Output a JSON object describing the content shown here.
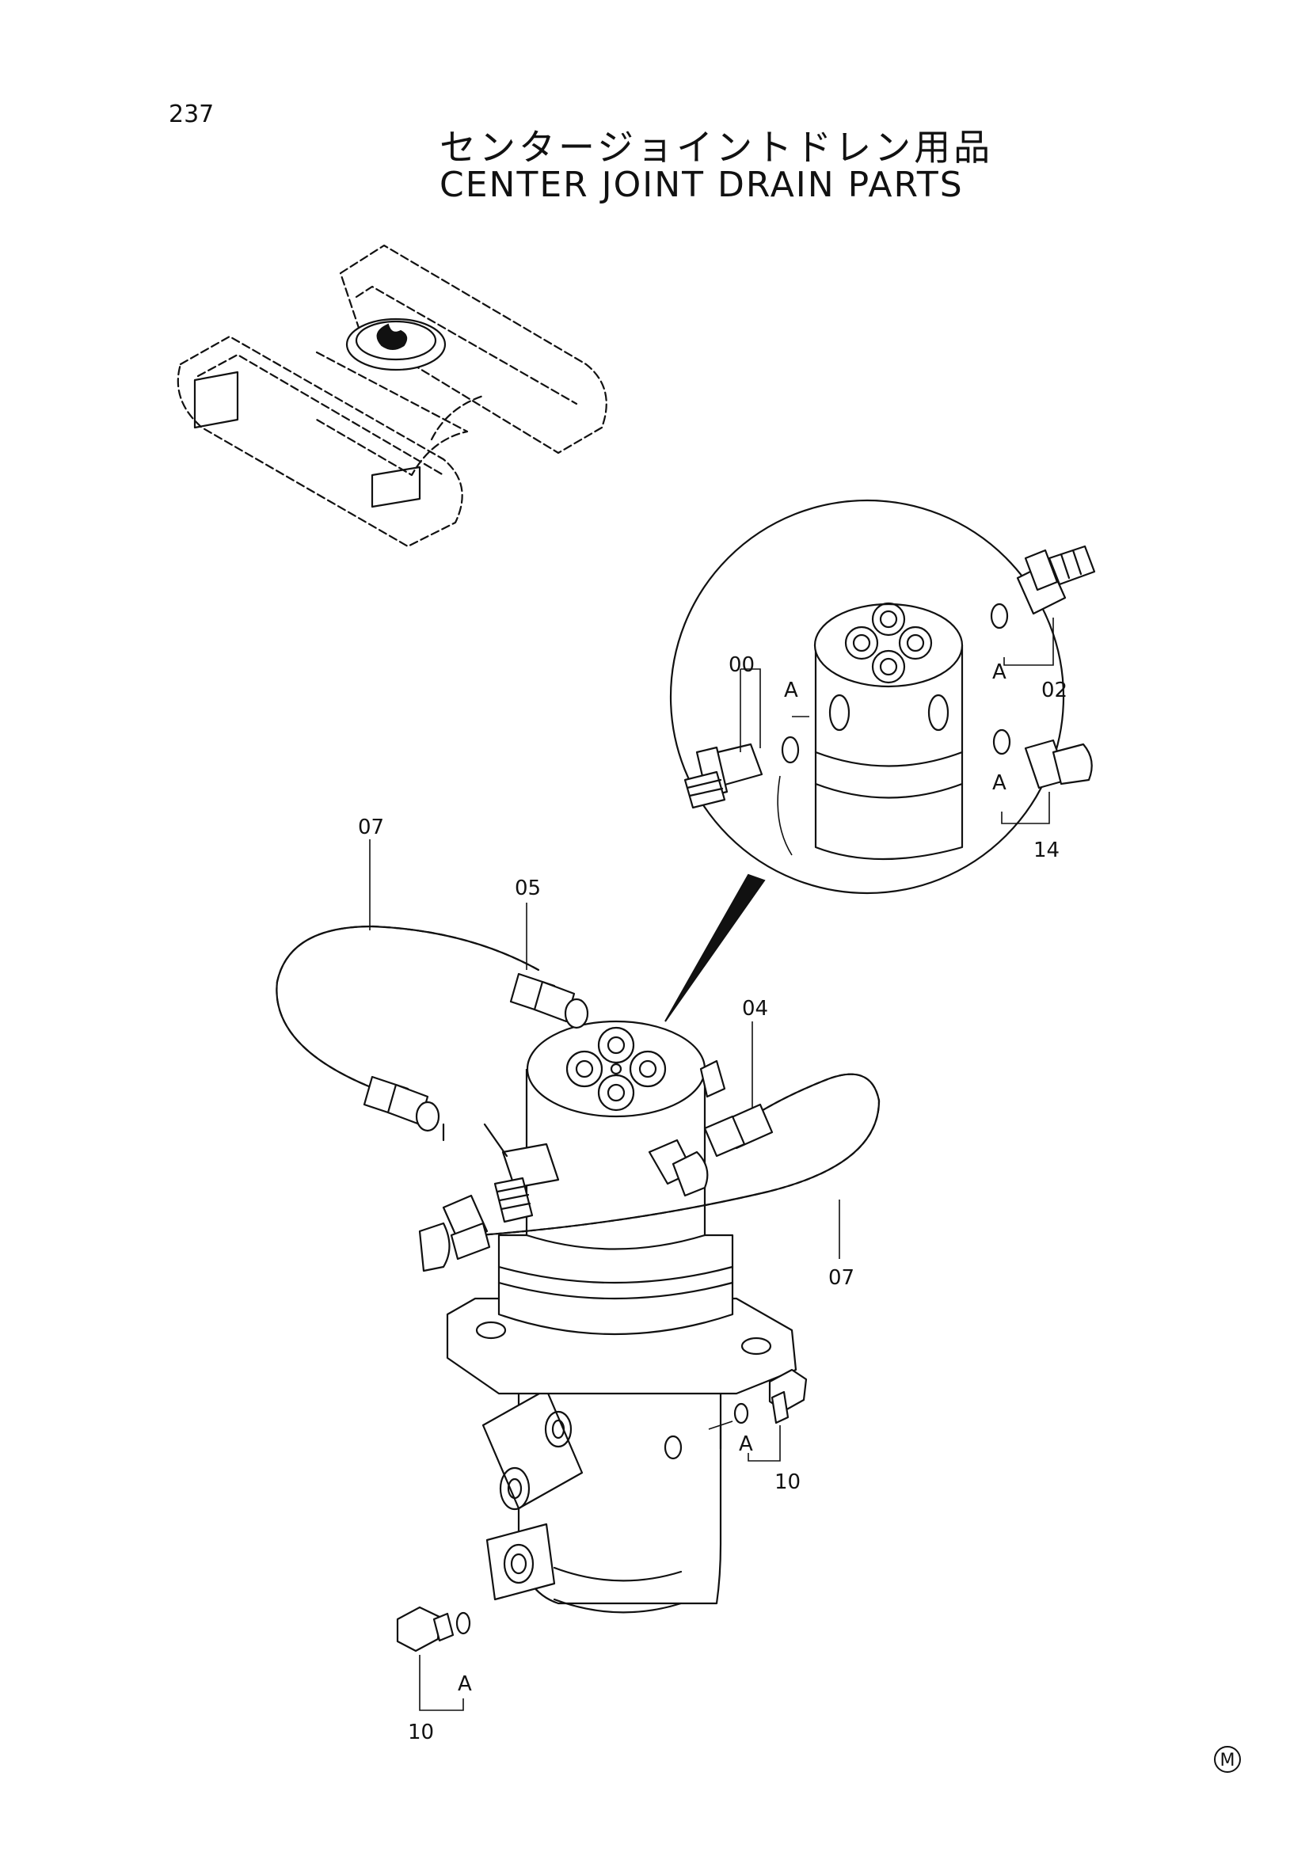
{
  "page": {
    "number": "237",
    "title_jp": "センタージョイントドレン用品",
    "title_en": "CENTER JOINT DRAIN PARTS",
    "mark": "M"
  },
  "callouts": {
    "c00": "00",
    "c02": "02",
    "c14": "14",
    "c07a": "07",
    "c05": "05",
    "c04": "04",
    "c07b": "07",
    "c10a": "10",
    "c10b": "10"
  },
  "oring_label": "A"
}
